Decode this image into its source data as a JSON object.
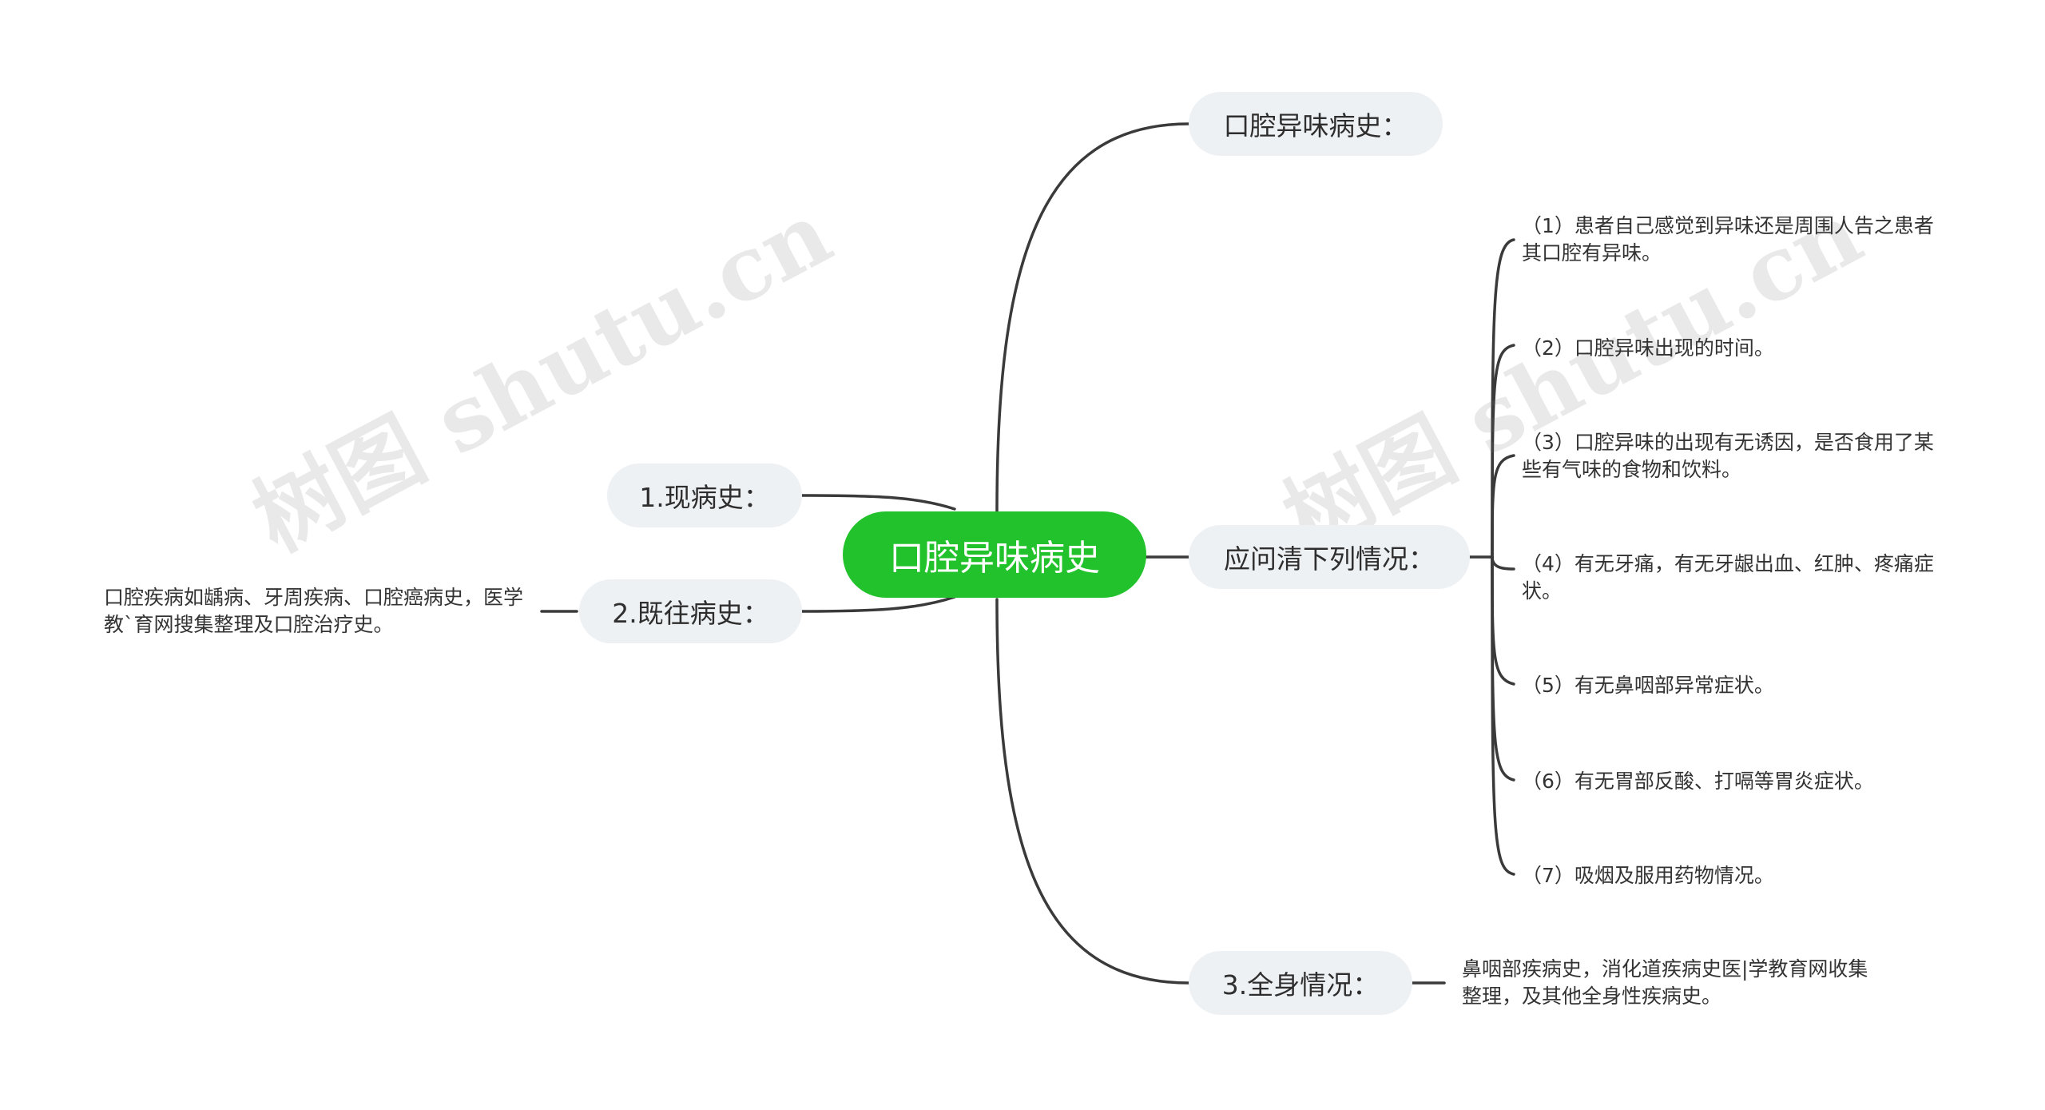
{
  "root": {
    "label": "口腔异味病史"
  },
  "left_branches": {
    "current_history": {
      "label": "1.现病史："
    },
    "past_history": {
      "label": "2.既往病史：",
      "detail": "口腔疾病如龋病、牙周疾病、口腔癌病史，医学教`育网搜集整理及口腔治疗史。"
    }
  },
  "right_branches": {
    "oral_odor_history": {
      "label": "口腔异味病史："
    },
    "inquiries": {
      "label": "应问清下列情况：",
      "items": [
        "（1）患者自己感觉到异味还是周围人告之患者其口腔有异味。",
        "（2）口腔异味出现的时间。",
        "（3）口腔异味的出现有无诱因，是否食用了某些有气味的食物和饮料。",
        "（4）有无牙痛，有无牙龈出血、红肿、疼痛症状。",
        "（5）有无鼻咽部异常症状。",
        "（6）有无胃部反酸、打嗝等胃炎症状。",
        "（7）吸烟及服用药物情况。"
      ]
    },
    "general_condition": {
      "label": "3.全身情况：",
      "detail": "鼻咽部疾病史，消化道疾病史医|学教育网收集整理，及其他全身性疾病史。"
    }
  },
  "watermark": {
    "text": "树图 shutu.cn"
  },
  "colors": {
    "root": "#22c22c",
    "pill": "#eef1f4",
    "line": "#3a3a3a"
  }
}
